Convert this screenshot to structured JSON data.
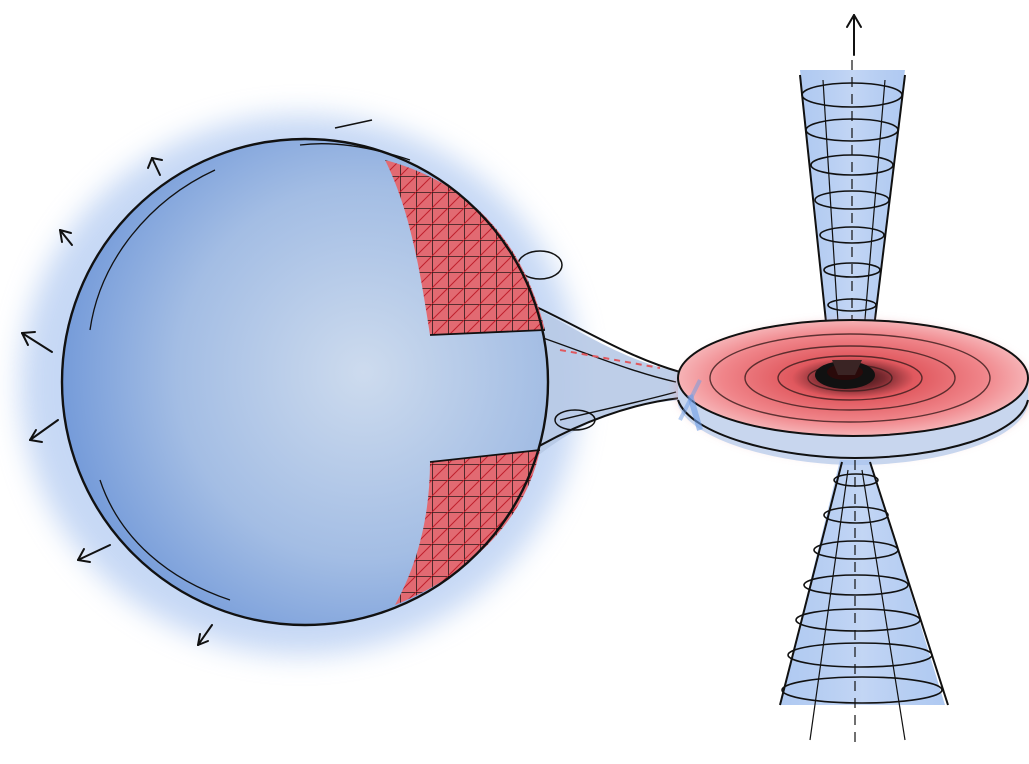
{
  "illustration": {
    "components": [
      {
        "name": "donor-star",
        "icon": "sphere-icon",
        "fill": "#7fa6e0"
      },
      {
        "name": "red-hot-spots",
        "icon": "crosshatch-icon",
        "color": "#d62f3a"
      },
      {
        "name": "accretion-stream",
        "icon": "stream-icon",
        "color": "#b7c9e6"
      },
      {
        "name": "accretion-disk",
        "icon": "disk-icon",
        "color": "#e8646a"
      },
      {
        "name": "black-hole",
        "icon": "dark-core-icon",
        "color": "#111111"
      },
      {
        "name": "relativistic-jets",
        "icon": "jet-cone-icon",
        "color": "#6f9ee6"
      },
      {
        "name": "outflow-arrows",
        "icon": "arrow-icon",
        "color": "#111111"
      }
    ],
    "colors": {
      "blue_glow": "#a9c4f0",
      "sphere_light": "#c8d8ee",
      "sphere_dark": "#6c97da",
      "red": "#d62f3a",
      "pink": "#f29ba0",
      "ink": "#111111",
      "background": "#ffffff"
    }
  }
}
